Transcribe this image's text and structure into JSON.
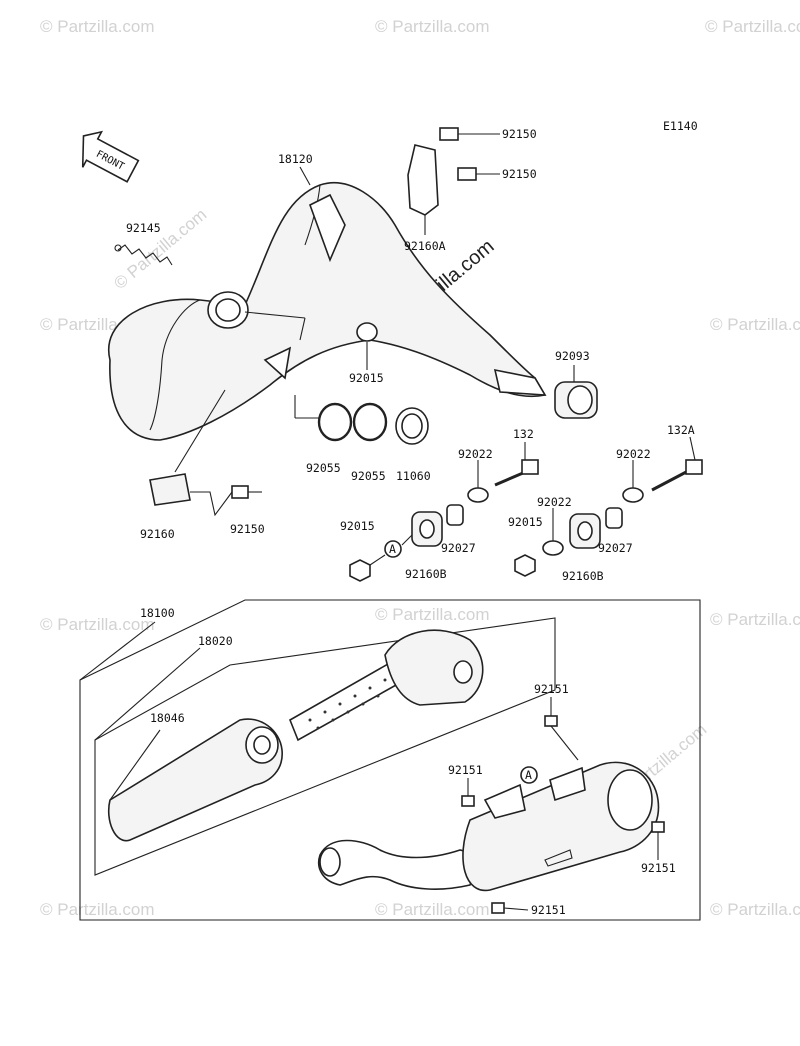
{
  "diagram_code": "E1140",
  "front_label": "FRONT",
  "watermark": "© Partzilla.com",
  "callout_marker": "A",
  "part_labels": {
    "p_92150_top": "92150",
    "p_92150_mid": "92150",
    "p_92150_low": "92150",
    "p_18120": "18120",
    "p_92145": "92145",
    "p_92160A": "92160A",
    "p_92015_upper": "92015",
    "p_92093": "92093",
    "p_92055_a": "92055",
    "p_92055_b": "92055",
    "p_11060": "11060",
    "p_132": "132",
    "p_132A": "132A",
    "p_92022_a": "92022",
    "p_92022_b": "92022",
    "p_92022_c": "92022",
    "p_92160": "92160",
    "p_92015_left": "92015",
    "p_92015_right": "92015",
    "p_92027_a": "92027",
    "p_92027_b": "92027",
    "p_92160B_a": "92160B",
    "p_92160B_b": "92160B",
    "p_18100": "18100",
    "p_18020": "18020",
    "p_18046": "18046",
    "p_92151_top": "92151",
    "p_92151_left": "92151",
    "p_92151_right": "92151",
    "p_92151_bottom": "92151"
  }
}
